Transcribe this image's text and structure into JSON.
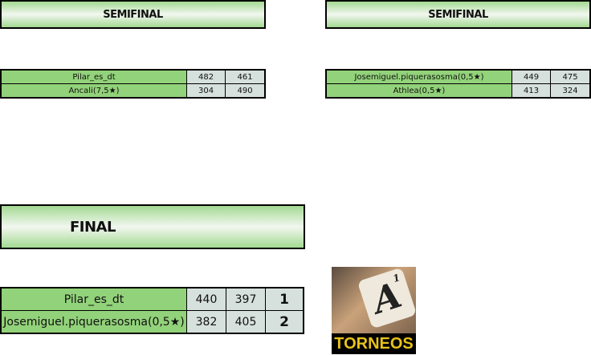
{
  "semifinals": [
    {
      "title": "SEMIFINAL",
      "rows": [
        {
          "name": "Pilar_es_dt",
          "s1": "482",
          "s2": "461"
        },
        {
          "name": "Ancali(7,5★)",
          "s1": "304",
          "s2": "490"
        }
      ]
    },
    {
      "title": "SEMIFINAL",
      "rows": [
        {
          "name": "Josemiguel.piquerasosma(0,5★)",
          "s1": "449",
          "s2": "475"
        },
        {
          "name": "Athlea(0,5★)",
          "s1": "413",
          "s2": "324"
        }
      ]
    }
  ],
  "final": {
    "title": "FINAL",
    "rows": [
      {
        "name": "Pilar_es_dt",
        "s1": "440",
        "s2": "397",
        "rank": "1"
      },
      {
        "name": "Josemiguel.piquerasosma(0,5★)",
        "s1": "382",
        "s2": "405",
        "rank": "2"
      }
    ]
  },
  "logo": {
    "tile_letter": "A",
    "tile_value": "1",
    "label": "TORNEOS"
  },
  "colors": {
    "name_cell": "#92d27a",
    "score_cell": "#d6e0dc"
  }
}
